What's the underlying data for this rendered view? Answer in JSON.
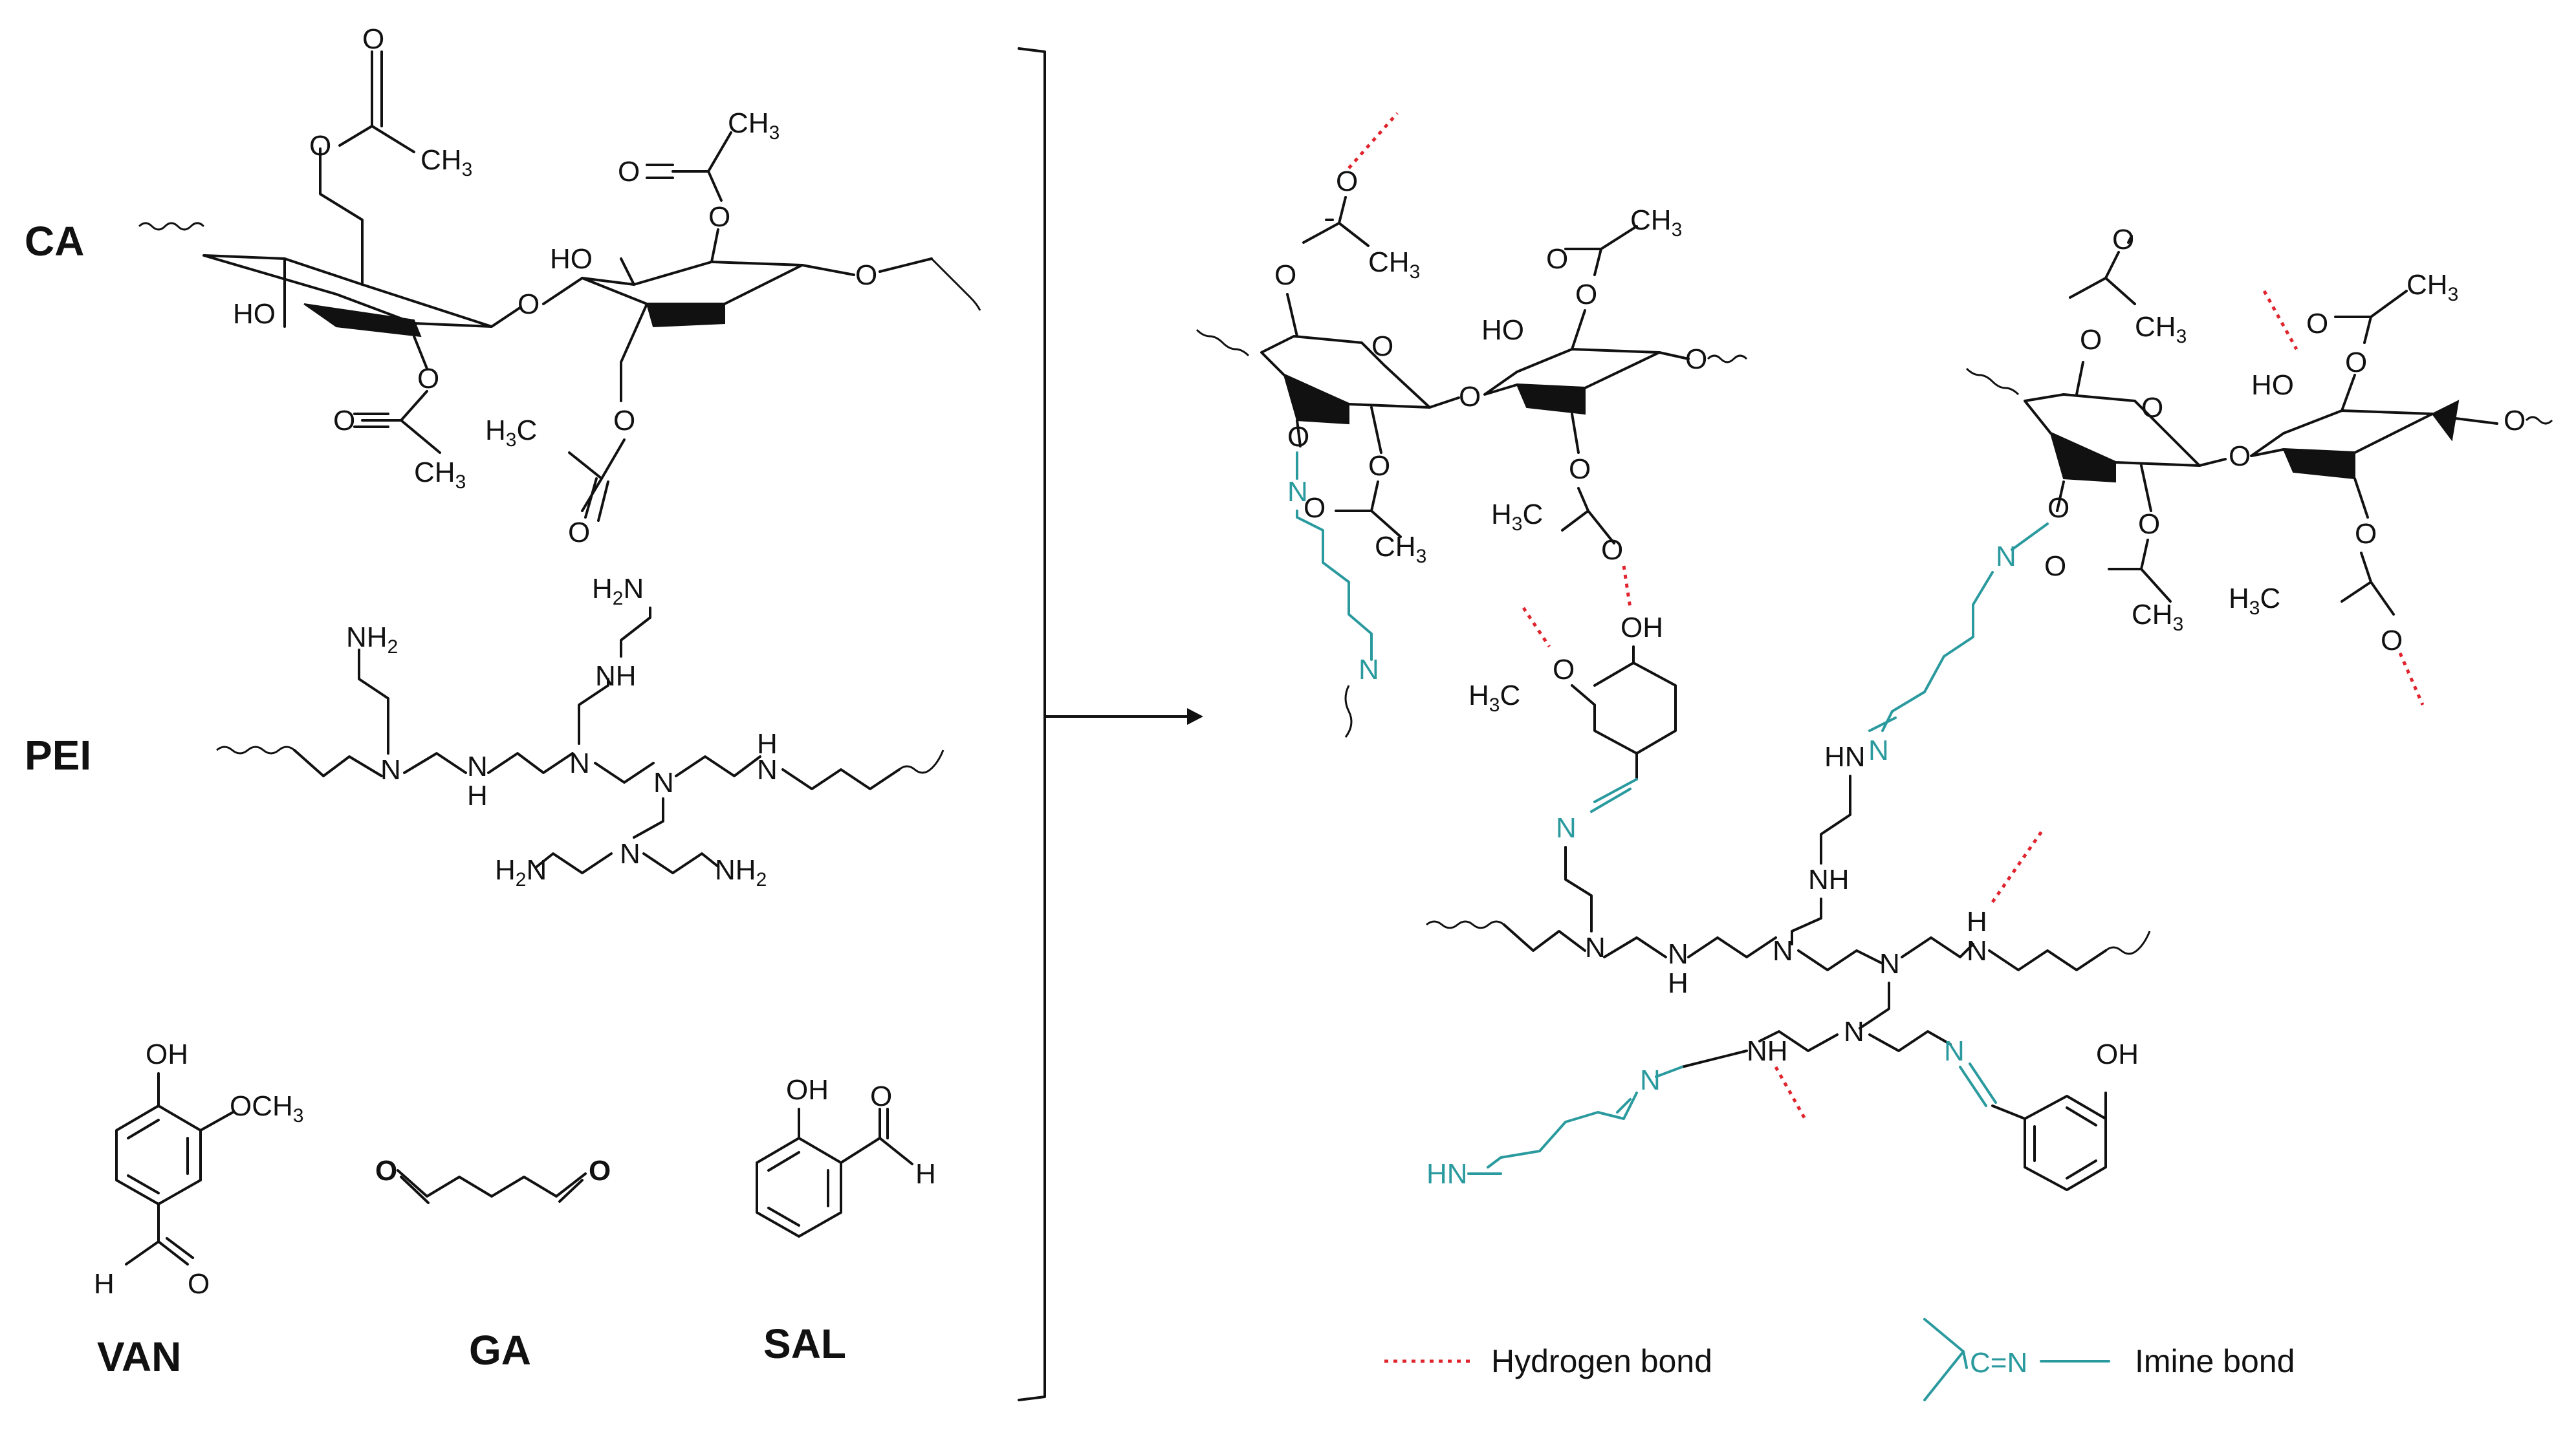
{
  "molecules": {
    "ca": "CA",
    "pei": "PEI",
    "van": "VAN",
    "ga": "GA",
    "sal": "SAL"
  },
  "legend": {
    "hydrogen_bond": "Hydrogen bond",
    "imine_bond": "Imine bond",
    "imine_symbol": "C=N"
  },
  "colors": {
    "imine": "#2a9a9e",
    "hydrogen_bond": "#e0242e",
    "bond": "#111111"
  }
}
